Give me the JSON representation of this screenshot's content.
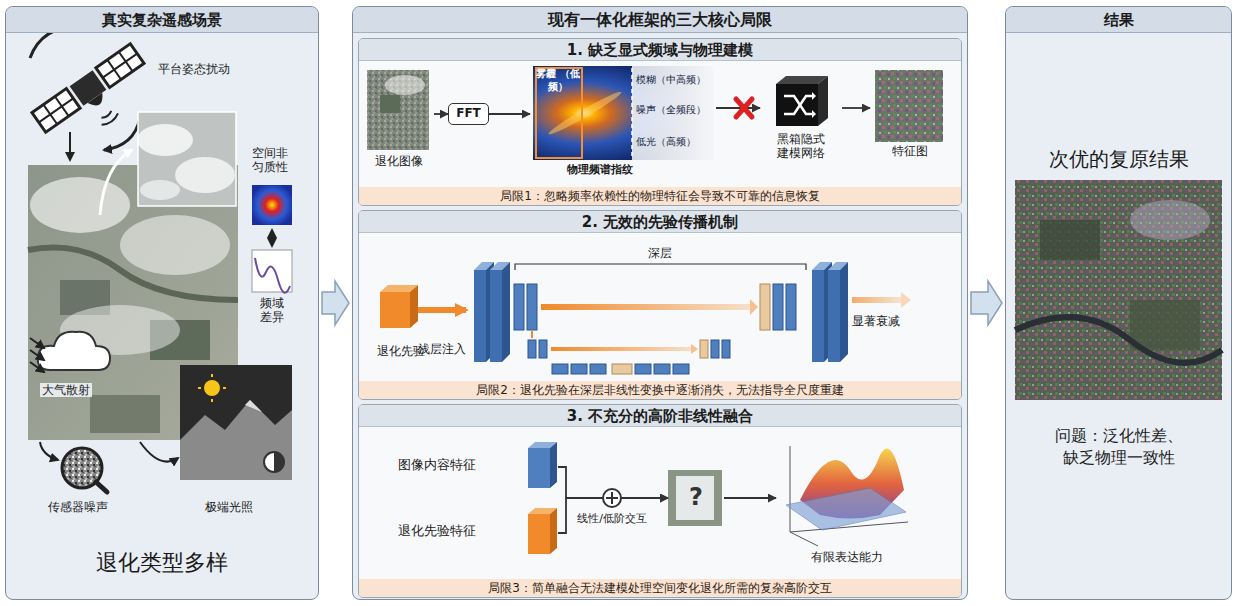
{
  "diagram": {
    "nodes": [
      {
        "text": [
          "真实复杂遥感场景",
          "退化类型多样"
        ]
      },
      {
        "text": [
          "现有一体化框架的三大核心局限"
        ]
      },
      {
        "text": [
          "1. 缺乏显式频域与物理建模",
          "局限1：忽略频率依赖性的物理特征会导致不可靠的信息恢复"
        ],
        "in": 1
      },
      {
        "text": [
          "退化图像"
        ],
        "in": 2
      },
      {
        "text": [
          "FFT"
        ],
        "in": 2
      },
      {
        "text": [
          "雾霾 （低频）",
          "模糊（中高频）",
          "噪声（全频段）",
          "低光（高频）",
          "物理频谱指纹"
        ],
        "in": 2
      },
      {
        "text": [
          "黑箱隐式建模网络"
        ],
        "in": 2
      },
      {
        "text": [
          "特征图"
        ],
        "in": 2
      },
      {
        "text": [
          "2. 无效的先验传播机制",
          "局限2：退化先验在深层非线性变换中逐渐消失，无法指导全尺度重建"
        ],
        "in": 1
      },
      {
        "text": [
          "退化先验"
        ],
        "in": 8
      },
      {
        "text": [
          "3. 不充分的高阶非线性融合",
          "局限3：简单融合无法建模处理空间变化退化所需的复杂高阶交互"
        ],
        "in": 1
      },
      {
        "text": [
          "图像内容特征"
        ],
        "in": 10
      },
      {
        "text": [
          "退化先验特征"
        ],
        "in": 10
      },
      {
        "text": [
          "?"
        ],
        "in": 10
      },
      {
        "text": [
          "有限表达能力"
        ],
        "in": 10
      },
      {
        "text": [
          "结果",
          "次优的复原结果",
          "问题：泛化性差、缺乏物理一致性"
        ]
      }
    ],
    "edges": [
      {
        "from": 0,
        "to": 1,
        "arrow": "to"
      },
      {
        "from": 3,
        "to": 4,
        "arrow": "to"
      },
      {
        "from": 4,
        "to": 5,
        "arrow": "to"
      },
      {
        "from": 5,
        "to": 6,
        "arrow": "to"
      },
      {
        "from": 6,
        "to": 7,
        "arrow": "to"
      },
      {
        "from": 11,
        "to": 13,
        "arrow": "to"
      },
      {
        "from": 12,
        "to": 13,
        "arrow": "to"
      },
      {
        "from": 13,
        "to": 14,
        "arrow": "to"
      },
      {
        "from": 1,
        "to": 15,
        "arrow": "to"
      }
    ],
    "labels": [
      "平台姿态扰动",
      "空间非匀质性",
      "频域差异",
      "大气散射",
      "传感器噪声",
      "极端光照",
      "浅层注入",
      "深层",
      "显著衰减",
      "线性/低阶交互"
    ]
  }
}
